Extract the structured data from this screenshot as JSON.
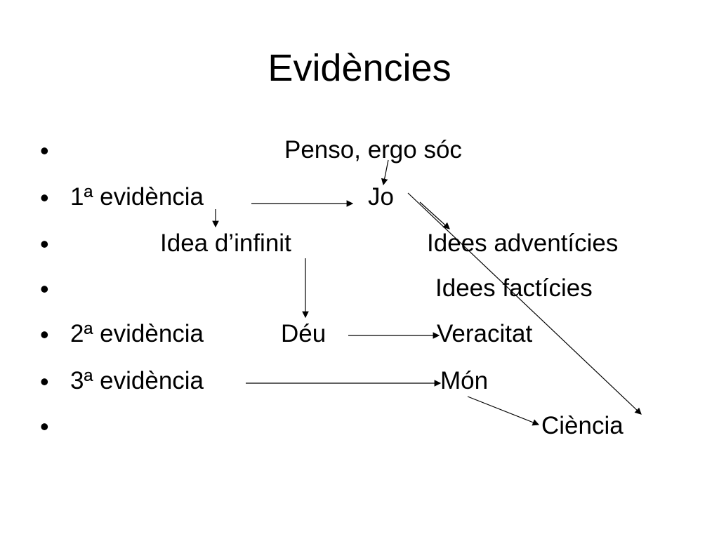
{
  "slide": {
    "title": "Evidències",
    "bullet_glyph": "•",
    "rows": {
      "penso": "Penso, ergo sóc",
      "primera": "1ª evidència",
      "jo": "Jo",
      "idea_infinit": "Idea d’infinit",
      "idees_adventicies": "Idees adventícies",
      "idees_facticies": "Idees factícies",
      "segona": "2ª evidència",
      "deu": "Déu",
      "veracitat": "Veracitat",
      "tercera": "3ª evidència",
      "mon": "Món",
      "ciencia": "Ciència"
    }
  }
}
